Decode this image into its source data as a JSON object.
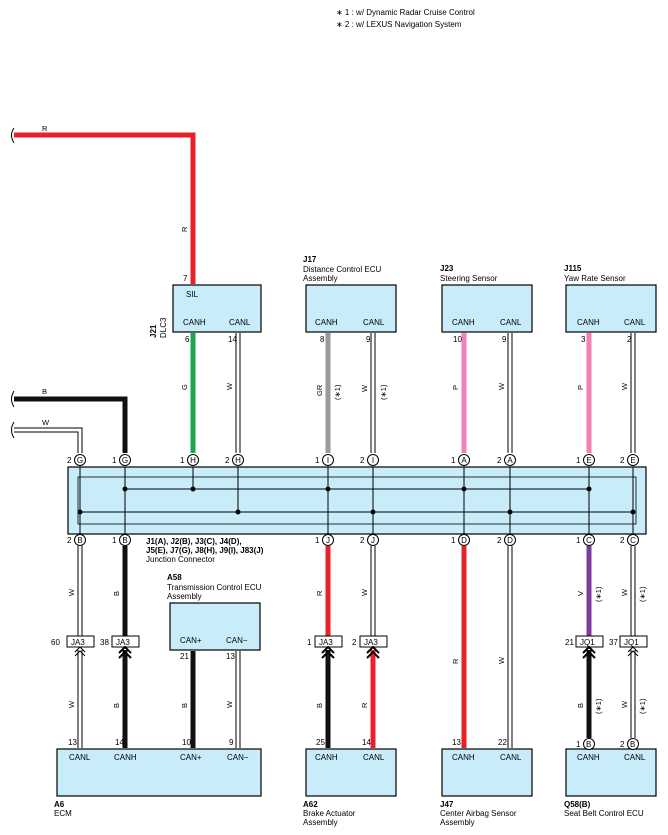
{
  "notes": [
    "∗ 1 : w/ Dynamic Radar Cruise Control",
    "∗ 2 : w/ LEXUS Navigation System"
  ],
  "colors": {
    "red": "#e8202a",
    "black": "#111111",
    "green": "#1aa64a",
    "gray": "#9a9a9a",
    "pink": "#f080b8",
    "purple": "#7d3b98",
    "fill": "#c8ecfa"
  },
  "wire_codes": {
    "R": "R",
    "B": "B",
    "W": "W",
    "G": "G",
    "GR": "GR",
    "P": "P",
    "V": "V",
    "n1": "(∗1)"
  },
  "dlc3": {
    "code": "J21",
    "name": "DLC3",
    "pin_top": "7",
    "sil": "SIL",
    "canh": "CANH",
    "canl": "CANL",
    "pin_h": "6",
    "pin_l": "14"
  },
  "j17": {
    "code": "J17",
    "name1": "Distance Control ECU",
    "name2": "Assembly",
    "canh": "CANH",
    "canl": "CANL",
    "pin_h": "8",
    "pin_l": "9"
  },
  "j23": {
    "code": "J23",
    "name": "Steering Sensor",
    "canh": "CANH",
    "canl": "CANL",
    "pin_h": "10",
    "pin_l": "9"
  },
  "j115": {
    "code": "J115",
    "name": "Yaw Rate Sensor",
    "canh": "CANH",
    "canl": "CANL",
    "pin_h": "3",
    "pin_l": "2"
  },
  "jc": {
    "code1": "J1(A), J2(B), J3(C), J4(D),",
    "code2": "J5(E), J7(G), J8(H), J9(I), J83(J)",
    "name": "Junction Connector",
    "top": [
      {
        "pin": "2",
        "letter": "G"
      },
      {
        "pin": "1",
        "letter": "G"
      },
      {
        "pin": "1",
        "letter": "H"
      },
      {
        "pin": "2",
        "letter": "H"
      },
      {
        "pin": "1",
        "letter": "I"
      },
      {
        "pin": "2",
        "letter": "I"
      },
      {
        "pin": "1",
        "letter": "A"
      },
      {
        "pin": "2",
        "letter": "A"
      },
      {
        "pin": "1",
        "letter": "E"
      },
      {
        "pin": "2",
        "letter": "E"
      }
    ],
    "bottom": [
      {
        "pin": "2",
        "letter": "B"
      },
      {
        "pin": "1",
        "letter": "B"
      },
      {
        "pin": "1",
        "letter": "J"
      },
      {
        "pin": "2",
        "letter": "J"
      },
      {
        "pin": "1",
        "letter": "D"
      },
      {
        "pin": "2",
        "letter": "D"
      },
      {
        "pin": "1",
        "letter": "C"
      },
      {
        "pin": "2",
        "letter": "C"
      }
    ]
  },
  "a58": {
    "code": "A58",
    "name1": "Transmission Control ECU",
    "name2": "Assembly",
    "canp": "CAN+",
    "canm": "CAN−",
    "pin_p": "21",
    "pin_m": "13"
  },
  "conn": {
    "ja3_60": "60",
    "ja3_38": "38",
    "ja3_1": "1",
    "ja3_2": "2",
    "ja3": "JA3",
    "jq1_21": "21",
    "jq1_37": "37",
    "jq1": "JQ1"
  },
  "a6": {
    "code": "A6",
    "name": "ECM",
    "canl": "CANL",
    "canh": "CANH",
    "canp": "CAN+",
    "canm": "CAN−",
    "p1": "13",
    "p2": "14",
    "p3": "10",
    "p4": "9"
  },
  "a62": {
    "code": "A62",
    "name1": "Brake Actuator",
    "name2": "Assembly",
    "canh": "CANH",
    "canl": "CANL",
    "p1": "25",
    "p2": "14"
  },
  "j47": {
    "code": "J47",
    "name1": "Center Airbag Sensor",
    "name2": "Assembly",
    "canh": "CANH",
    "canl": "CANL",
    "p1": "13",
    "p2": "22"
  },
  "q58": {
    "code": "Q58(B)",
    "name": "Seat Belt Control ECU",
    "canh": "CANH",
    "canl": "CANL",
    "p1": "1",
    "l1": "B",
    "p2": "2",
    "l2": "B"
  }
}
